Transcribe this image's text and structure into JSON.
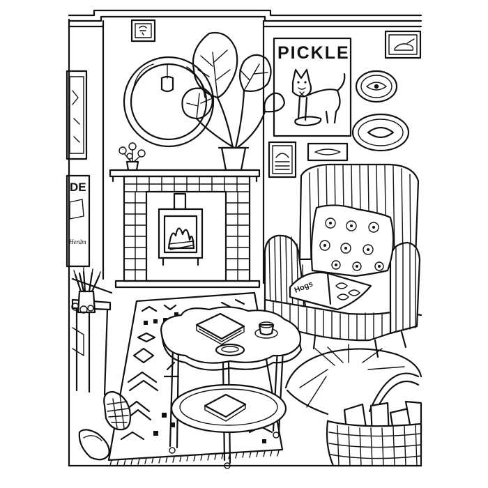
{
  "poster": {
    "title": "PICKLE"
  },
  "left_poster": {
    "text": "DE"
  },
  "left_book": {
    "text": "Herdm"
  },
  "magazine": {
    "text": "Hogs"
  },
  "colors": {
    "ink": "#111111",
    "paper": "#ffffff"
  }
}
